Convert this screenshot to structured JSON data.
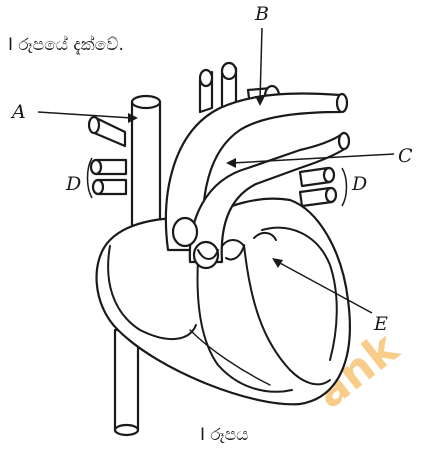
{
  "figure": {
    "title": "I රූපයේ දැක්වේ.",
    "caption": "I රූපය",
    "labels": {
      "a": "A",
      "b": "B",
      "c": "C",
      "d_left": "D",
      "d_right": "D",
      "e": "E"
    },
    "watermark": "ank",
    "colors": {
      "ink": "#1a1a1a",
      "watermark": "#f4a62a"
    }
  }
}
